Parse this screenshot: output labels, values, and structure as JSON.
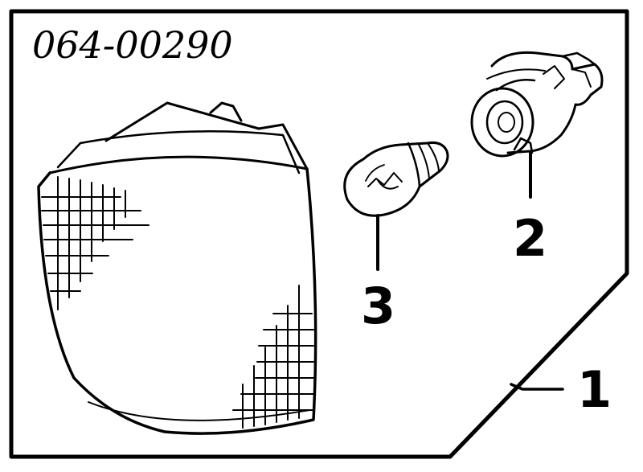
{
  "diagram": {
    "part_code": "064-00290",
    "callouts": [
      {
        "number": "1",
        "part": "corner-lamp-housing"
      },
      {
        "number": "2",
        "part": "bulb-socket"
      },
      {
        "number": "3",
        "part": "bulb"
      }
    ]
  }
}
